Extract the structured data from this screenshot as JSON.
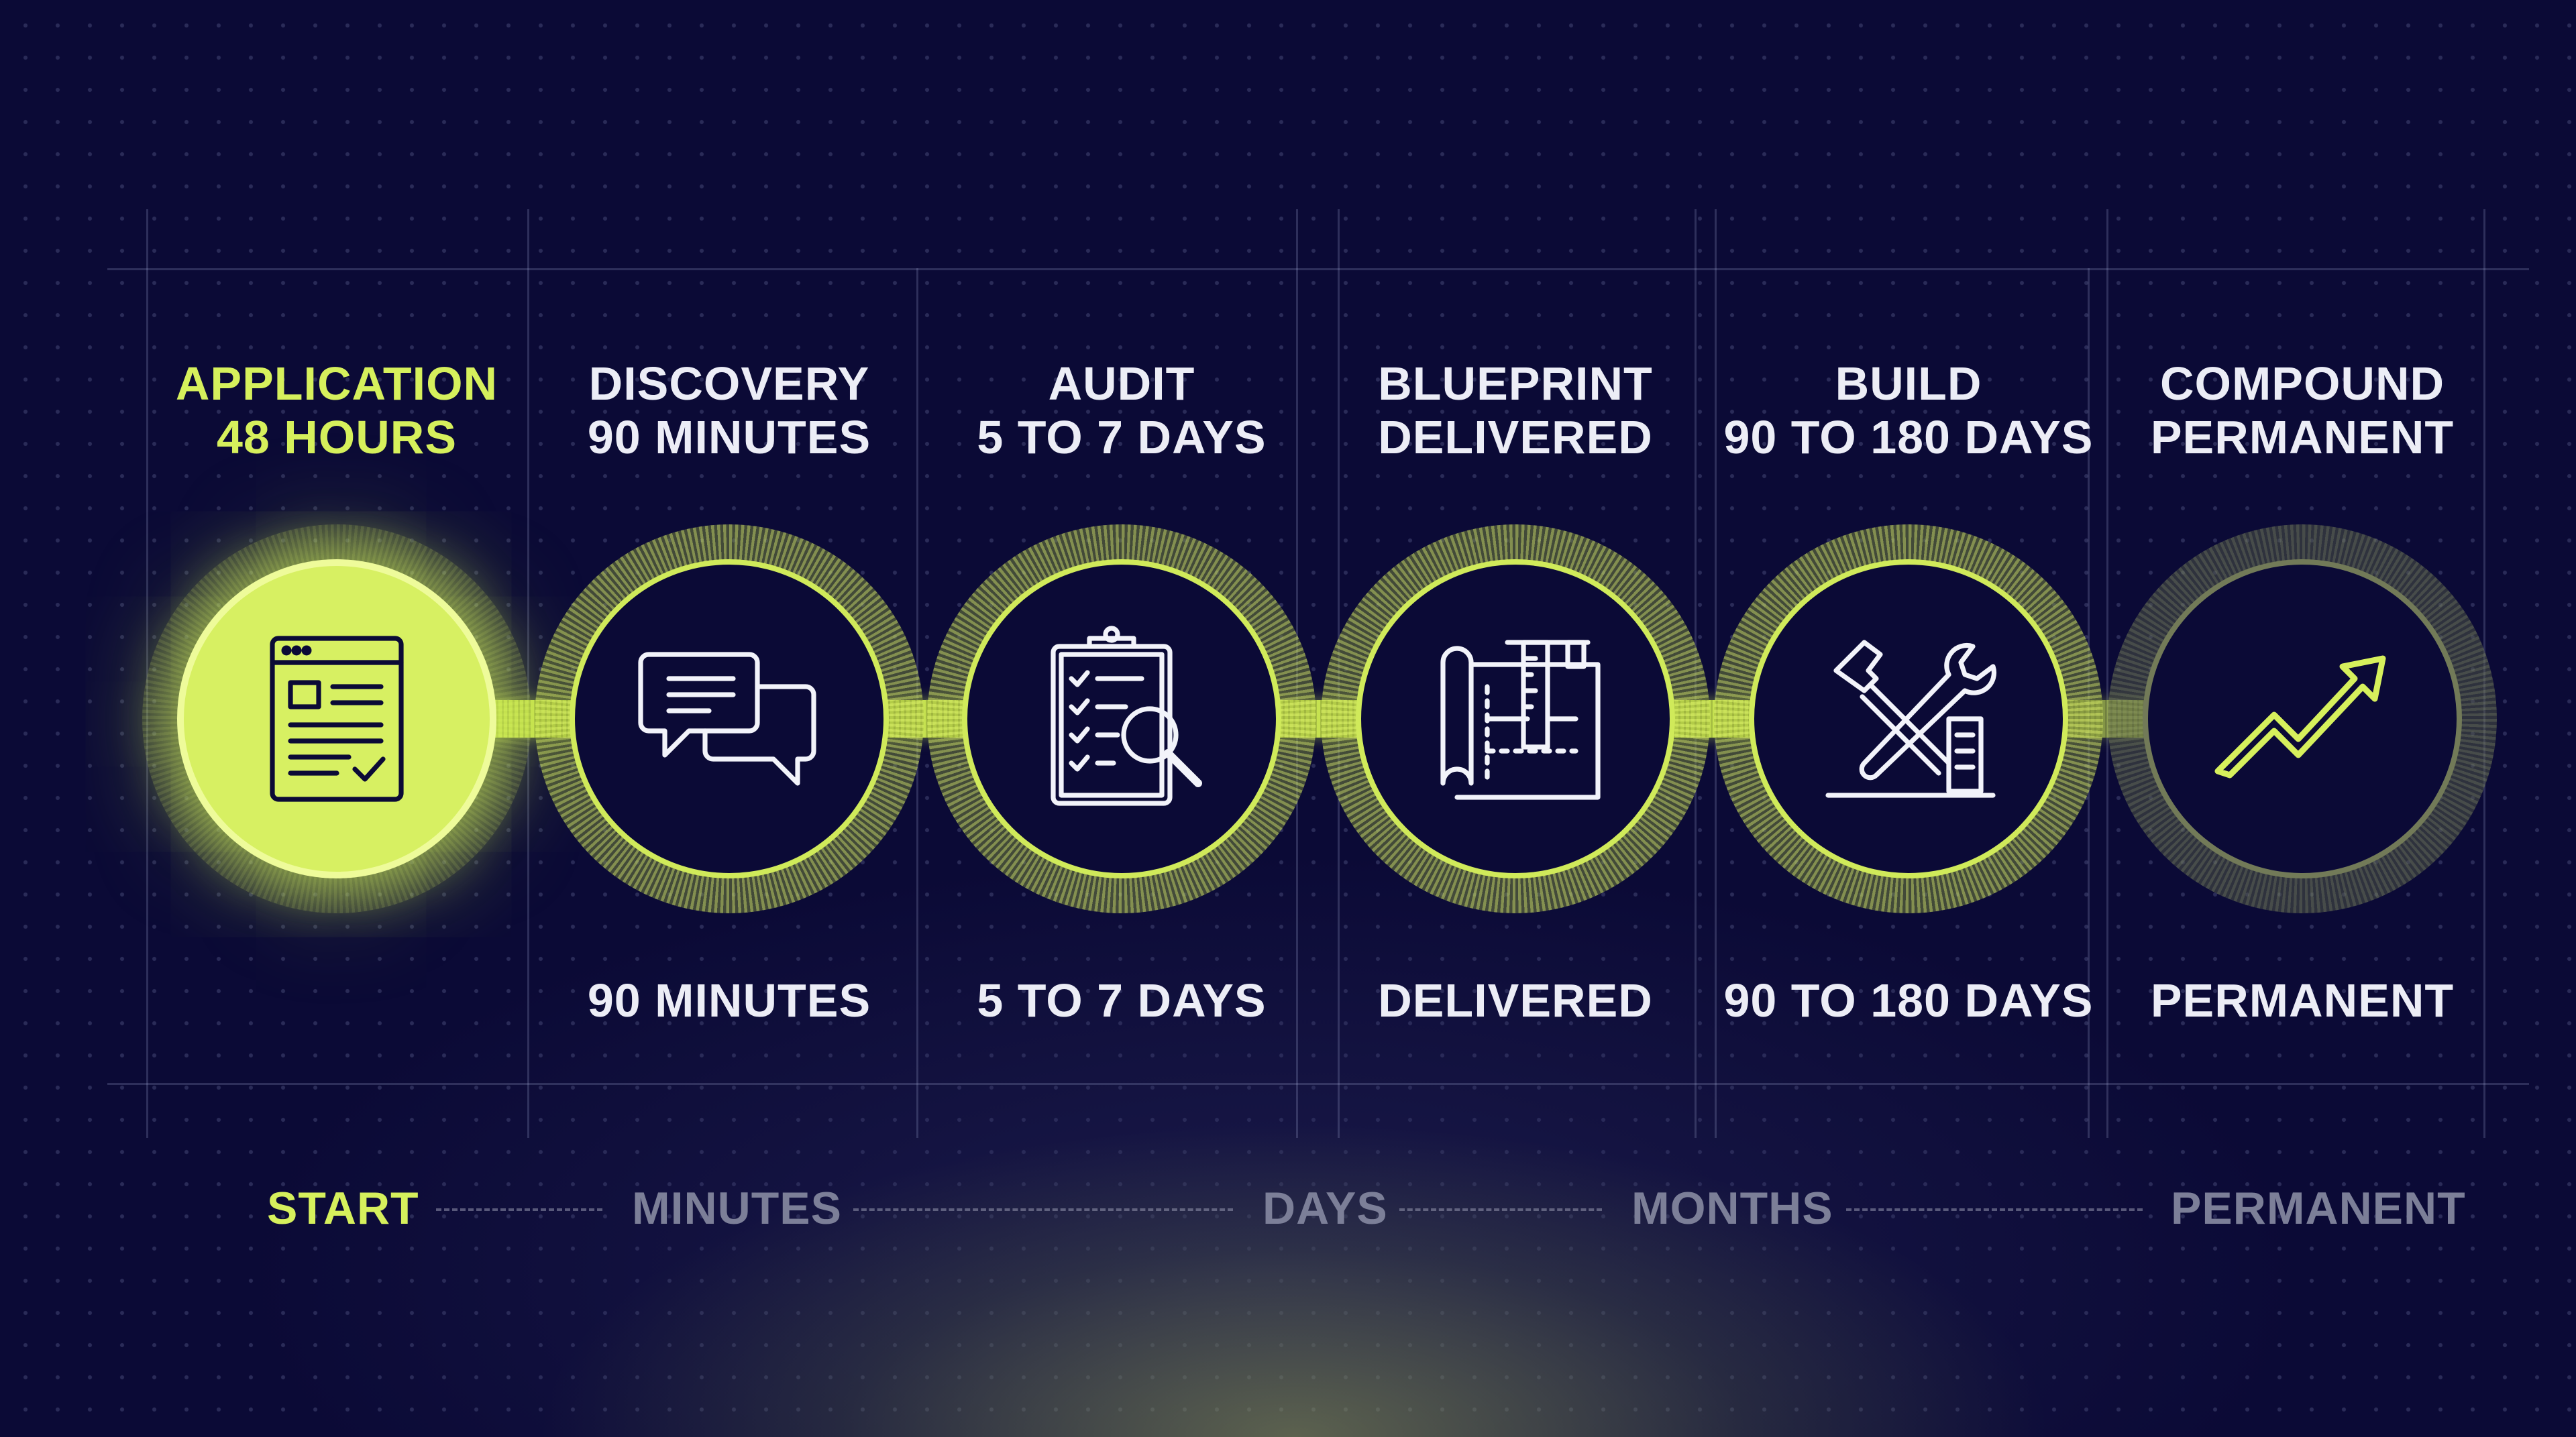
{
  "colors": {
    "background": "#0b0a36",
    "accent": "#d6f05c",
    "text": "#ecedf6",
    "muted": "#7c7f98"
  },
  "stages": [
    {
      "title": "APPLICATION",
      "duration": "48 HOURS",
      "bottom": "",
      "icon": "application-form-icon",
      "active": true
    },
    {
      "title": "DISCOVERY",
      "duration": "90 MINUTES",
      "bottom": "90 MINUTES",
      "icon": "chat-bubbles-icon",
      "active": false
    },
    {
      "title": "AUDIT",
      "duration": "5 TO 7 DAYS",
      "bottom": "5 TO 7 DAYS",
      "icon": "clipboard-search-icon",
      "active": false
    },
    {
      "title": "BLUEPRINT",
      "duration": "DELIVERED",
      "bottom": "DELIVERED",
      "icon": "blueprint-icon",
      "active": false
    },
    {
      "title": "BUILD",
      "duration": "90 TO 180 DAYS",
      "bottom": "90 TO 180 DAYS",
      "icon": "tools-building-icon",
      "active": false
    },
    {
      "title": "COMPOUND",
      "duration": "PERMANENT",
      "bottom": "PERMANENT",
      "icon": "trending-up-arrow-icon",
      "active": false
    }
  ],
  "timeline_axis": [
    "START",
    "MINUTES",
    "DAYS",
    "MONTHS",
    "PERMANENT"
  ]
}
